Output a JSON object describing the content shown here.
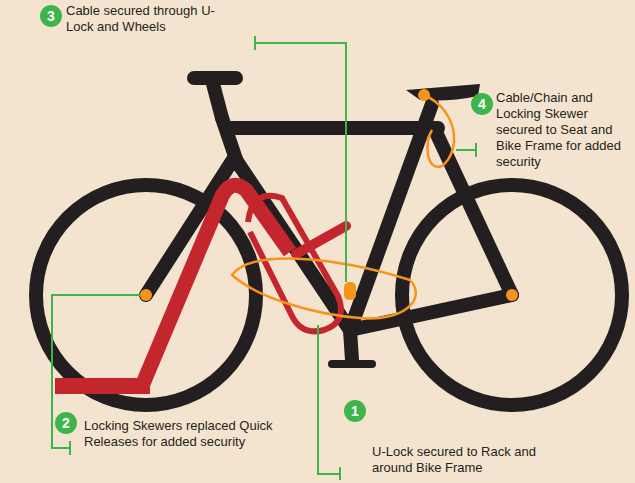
{
  "diagram": {
    "nodes": [
      {
        "text": [
          "3",
          "Cable secured through U-Lock and Wheels"
        ]
      },
      {
        "text": [
          "4",
          "Cable/Chain and Locking Skewer secured to Seat and Bike Frame for added security"
        ]
      },
      {
        "text": [
          "2",
          "Locking Skewers replaced Quick Releases for added security"
        ]
      },
      {
        "text": [
          "1",
          "U-Lock secured to Rack and around Bike Frame"
        ]
      }
    ]
  }
}
